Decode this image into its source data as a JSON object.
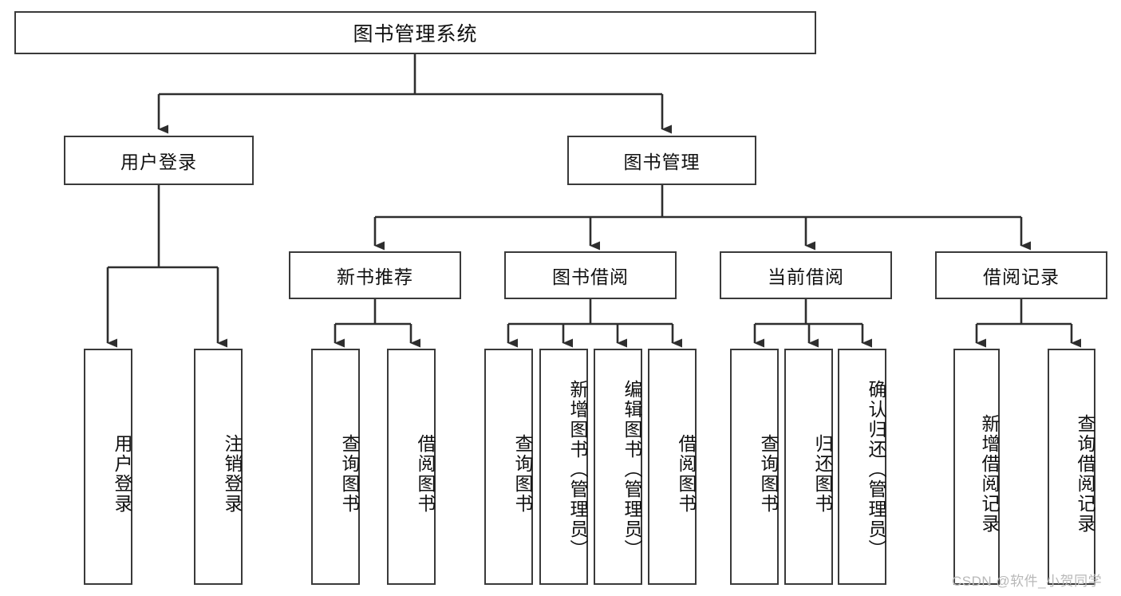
{
  "diagram": {
    "title": "图书管理系统",
    "type": "tree-hierarchy",
    "watermark": "CSDN @软件_小贺同学",
    "colors": {
      "box_border": "#3a3a3a",
      "box_fill": "#ffffff",
      "line": "#2e2e2e",
      "text": "#101010",
      "watermark": "#b8b8b8",
      "background": "#ffffff"
    }
  },
  "root": {
    "label": "图书管理系统"
  },
  "level2": [
    {
      "id": "user-login",
      "label": "用户登录"
    },
    {
      "id": "book-management",
      "label": "图书管理"
    }
  ],
  "level3": [
    {
      "id": "new-book-recommend",
      "label": "新书推荐",
      "parent": "book-management"
    },
    {
      "id": "book-borrow",
      "label": "图书借阅",
      "parent": "book-management"
    },
    {
      "id": "current-borrow",
      "label": "当前借阅",
      "parent": "book-management"
    },
    {
      "id": "borrow-record",
      "label": "借阅记录",
      "parent": "book-management"
    }
  ],
  "leaves": {
    "user-login": [
      {
        "id": "leaf-user-login",
        "label": "用户登录"
      },
      {
        "id": "leaf-logout",
        "label": "注销登录"
      }
    ],
    "new-book-recommend": [
      {
        "id": "leaf-query-book-1",
        "label": "查询图书"
      },
      {
        "id": "leaf-borrow-book-1",
        "label": "借阅图书"
      }
    ],
    "book-borrow": [
      {
        "id": "leaf-query-book-2",
        "label": "查询图书"
      },
      {
        "id": "leaf-add-book",
        "label": "新增图书（管理员）"
      },
      {
        "id": "leaf-edit-book",
        "label": "编辑图书（管理员）"
      },
      {
        "id": "leaf-borrow-book-2",
        "label": "借阅图书"
      }
    ],
    "current-borrow": [
      {
        "id": "leaf-query-book-3",
        "label": "查询图书"
      },
      {
        "id": "leaf-return-book",
        "label": "归还图书"
      },
      {
        "id": "leaf-confirm-return",
        "label": "确认归还（管理员）"
      }
    ],
    "borrow-record": [
      {
        "id": "leaf-add-record",
        "label": "新增借阅记录"
      },
      {
        "id": "leaf-query-record",
        "label": "查询借阅记录"
      }
    ]
  }
}
